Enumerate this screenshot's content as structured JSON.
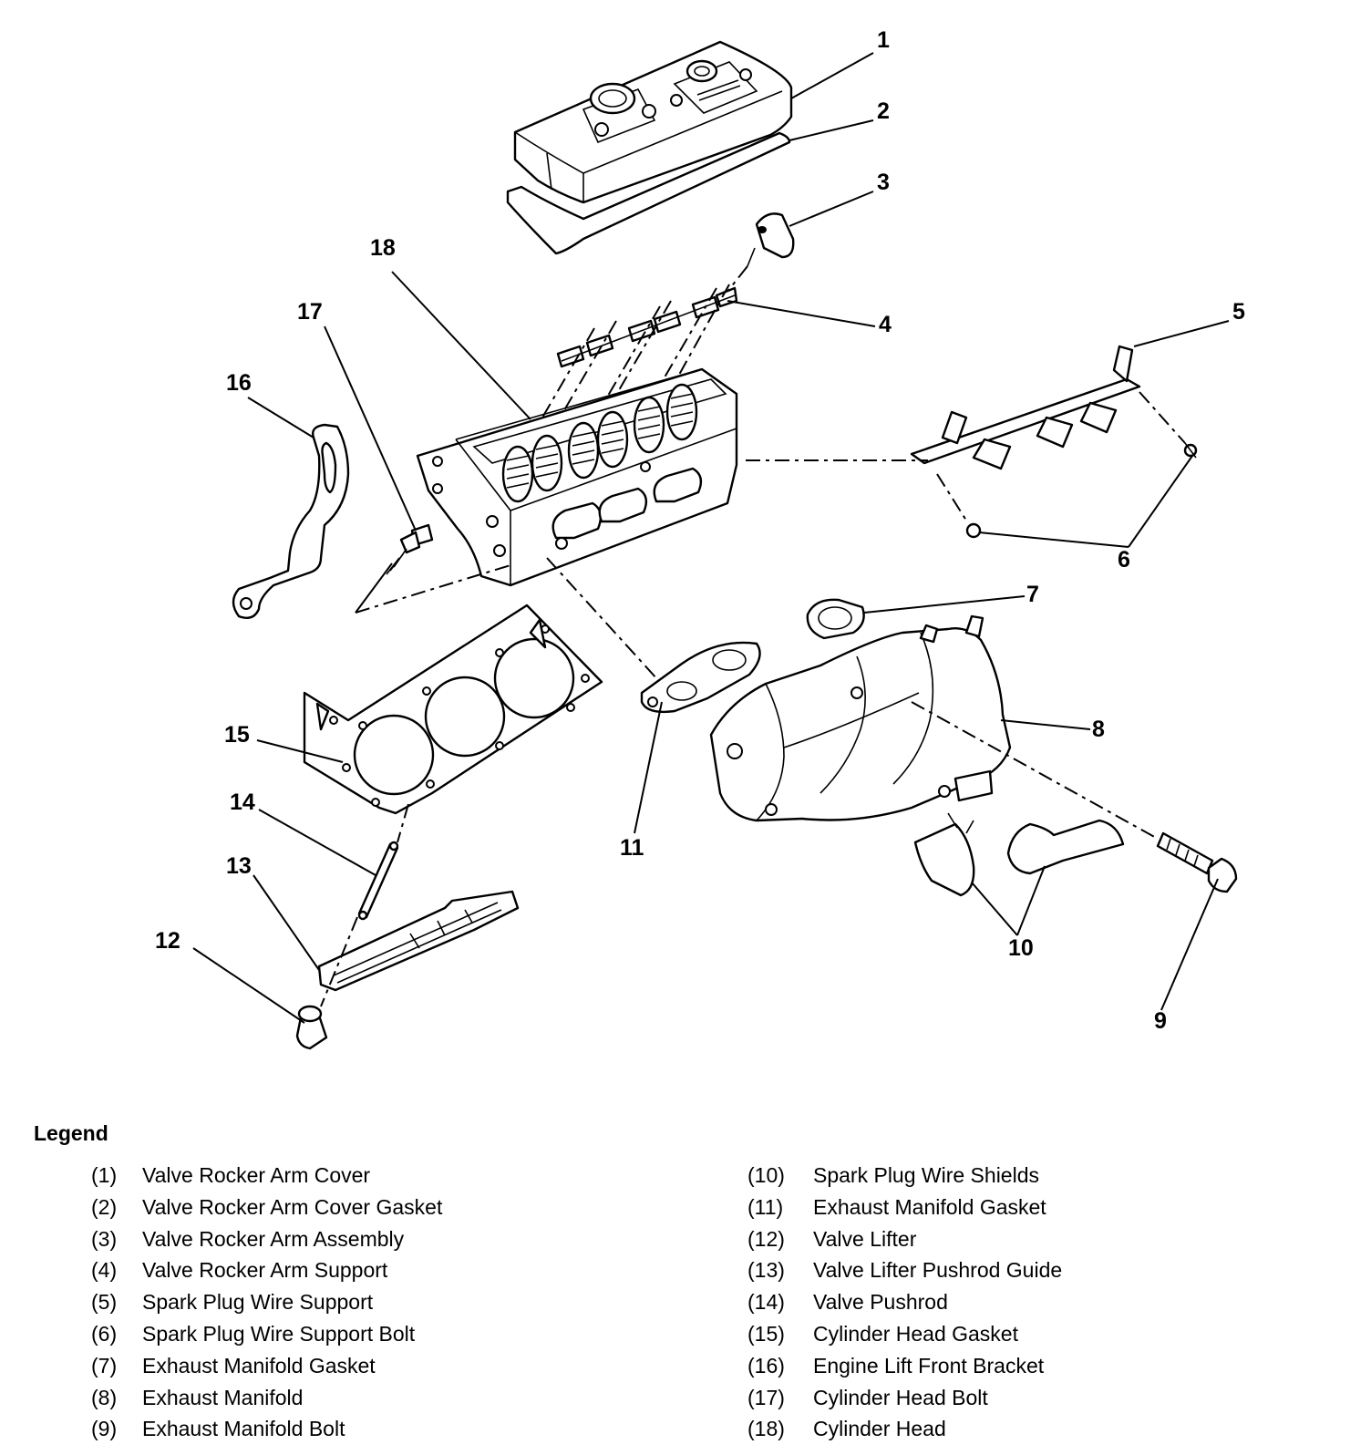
{
  "callouts": [
    "1",
    "2",
    "3",
    "4",
    "5",
    "6",
    "7",
    "8",
    "9",
    "10",
    "11",
    "12",
    "13",
    "14",
    "15",
    "16",
    "17",
    "18"
  ],
  "legend": {
    "title": "Legend",
    "left": [
      {
        "num": "(1)",
        "label": "Valve Rocker Arm Cover"
      },
      {
        "num": "(2)",
        "label": "Valve Rocker Arm Cover Gasket"
      },
      {
        "num": "(3)",
        "label": "Valve Rocker Arm Assembly"
      },
      {
        "num": "(4)",
        "label": "Valve Rocker Arm Support"
      },
      {
        "num": "(5)",
        "label": "Spark Plug Wire Support"
      },
      {
        "num": "(6)",
        "label": "Spark Plug Wire Support Bolt"
      },
      {
        "num": "(7)",
        "label": "Exhaust Manifold Gasket"
      },
      {
        "num": "(8)",
        "label": "Exhaust Manifold"
      },
      {
        "num": "(9)",
        "label": "Exhaust Manifold Bolt"
      }
    ],
    "right": [
      {
        "num": "(10)",
        "label": "Spark Plug Wire Shields"
      },
      {
        "num": "(11)",
        "label": "Exhaust Manifold Gasket"
      },
      {
        "num": "(12)",
        "label": "Valve Lifter"
      },
      {
        "num": "(13)",
        "label": "Valve Lifter Pushrod Guide"
      },
      {
        "num": "(14)",
        "label": "Valve Pushrod"
      },
      {
        "num": "(15)",
        "label": "Cylinder Head Gasket"
      },
      {
        "num": "(16)",
        "label": "Engine Lift Front Bracket"
      },
      {
        "num": "(17)",
        "label": "Cylinder Head Bolt"
      },
      {
        "num": "(18)",
        "label": "Cylinder Head"
      }
    ]
  }
}
